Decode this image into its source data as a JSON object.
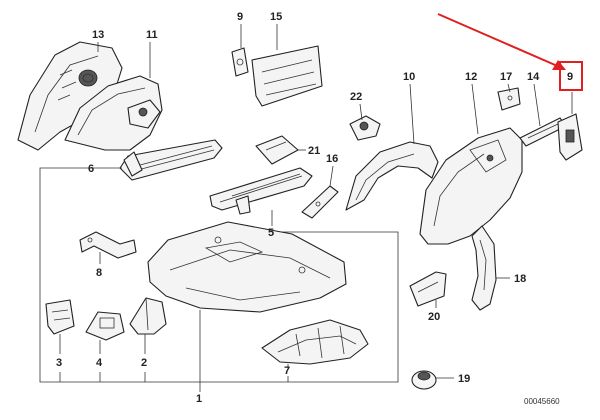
{
  "labels": {
    "p1": "1",
    "p2": "2",
    "p3": "3",
    "p4": "4",
    "p5": "5",
    "p6": "6",
    "p7": "7",
    "p8": "8",
    "p9a": "9",
    "p9b": "9",
    "p10": "10",
    "p11": "11",
    "p12": "12",
    "p13": "13",
    "p14": "14",
    "p15": "15",
    "p16": "16",
    "p17": "17",
    "p18": "18",
    "p19": "19",
    "p20": "20",
    "p21": "21",
    "p22": "22"
  },
  "drawing_code": "00045660",
  "colors": {
    "highlight": "#e02020",
    "line": "#222222"
  }
}
